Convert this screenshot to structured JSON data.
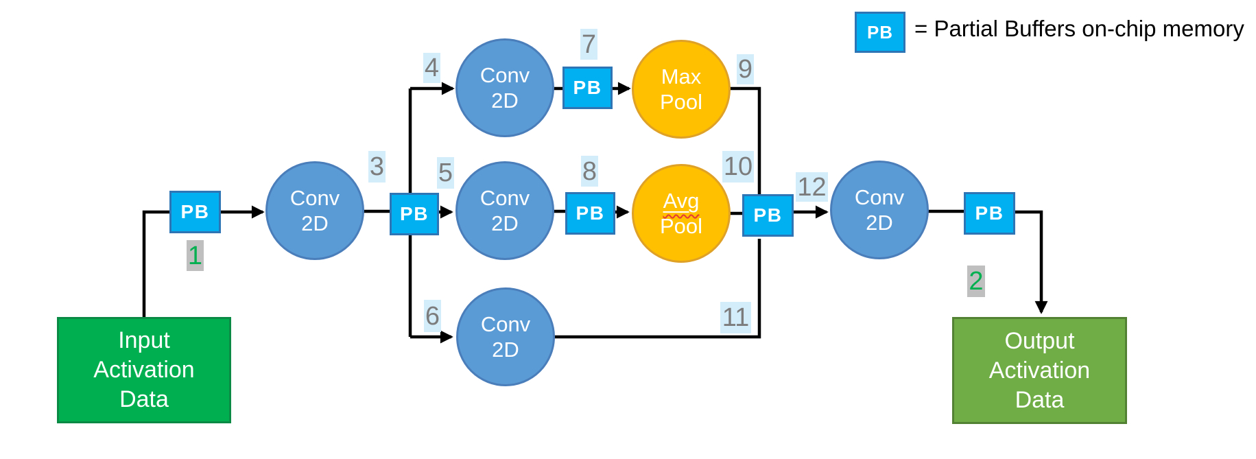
{
  "legend": {
    "pb": "PB",
    "equals_text": "= Partial Buffers on-chip memory"
  },
  "nodes": {
    "pb": "PB",
    "conv": {
      "line1": "Conv",
      "line2": "2D"
    },
    "max_pool": {
      "line1": "Max",
      "line2": "Pool"
    },
    "avg_pool": {
      "line1": "Avg",
      "line2": "Pool"
    },
    "input": {
      "line1": "Input",
      "line2": "Activation",
      "line3": "Data"
    },
    "output": {
      "line1": "Output",
      "line2": "Activation",
      "line3": "Data"
    }
  },
  "steps": {
    "s1": "1",
    "s2": "2",
    "s3": "3",
    "s4": "4",
    "s5": "5",
    "s6": "6",
    "s7": "7",
    "s8": "8",
    "s9": "9",
    "s10": "10",
    "s11": "11",
    "s12": "12"
  },
  "colors": {
    "pb_fill": "#00B0F0",
    "pb_border": "#2E75B6",
    "conv_fill": "#5B9BD5",
    "conv_border": "#4A7EBB",
    "pool_fill": "#FFC000",
    "pool_border": "#DFA126",
    "input_fill": "#00B050",
    "input_border": "#0B8A46",
    "output_fill": "#70AD47",
    "output_border": "#548235",
    "flow_step_bg": "#D3EDFB",
    "flow_step_text": "#7C7C7C",
    "io_step_bg": "#BFBFBF",
    "io_step_text": "#00B050",
    "connector": "#000000",
    "spellcheck_underline": "#E53935"
  }
}
